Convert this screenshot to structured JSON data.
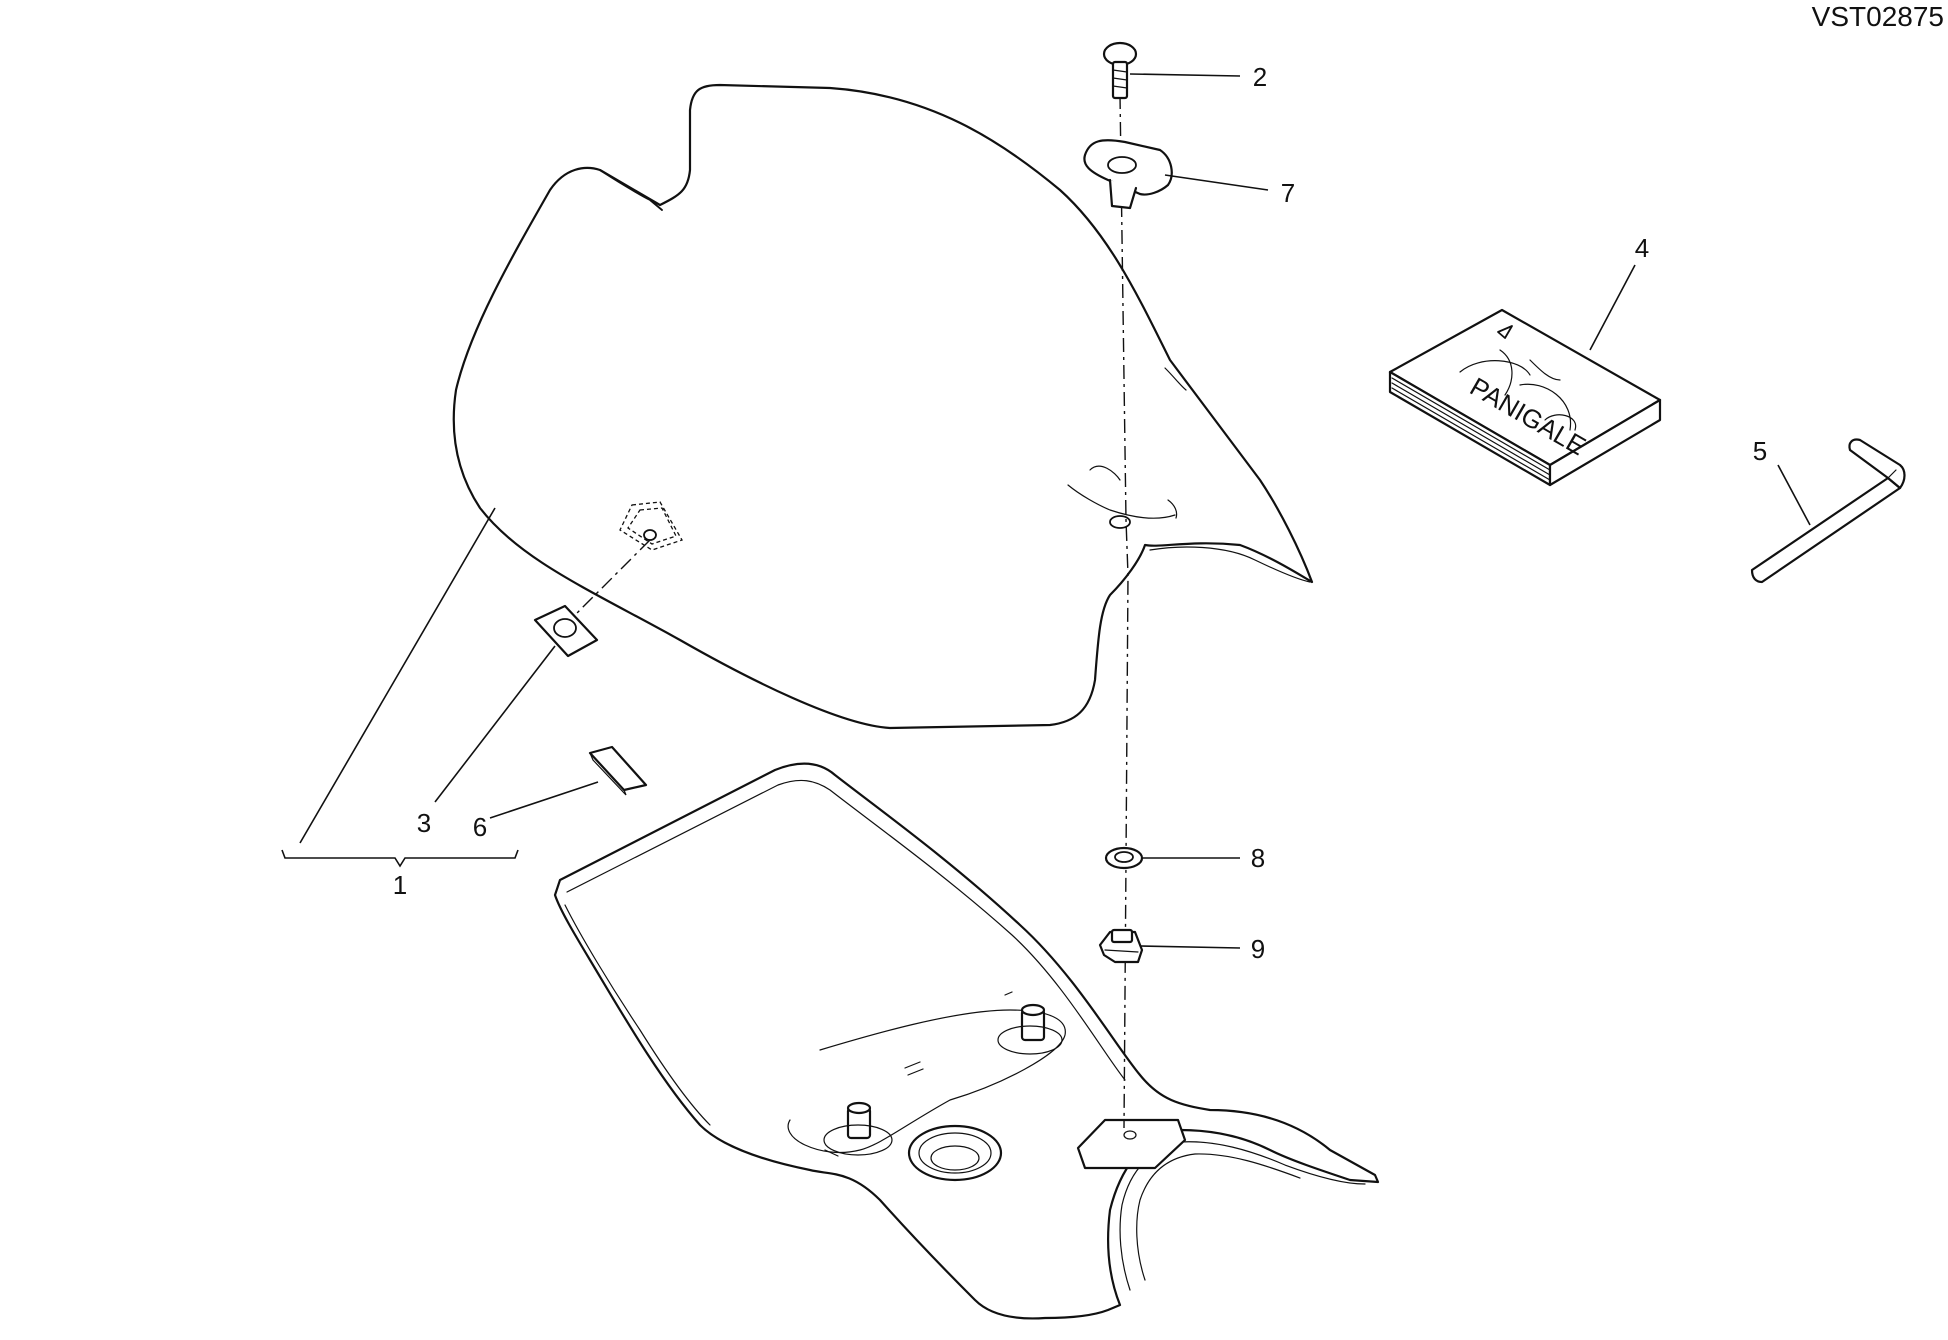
{
  "drawing_code": "VST02875",
  "parts": [
    {
      "ref": "1",
      "name": "seat-assembly"
    },
    {
      "ref": "2",
      "name": "screw"
    },
    {
      "ref": "3",
      "name": "plate"
    },
    {
      "ref": "4",
      "name": "manual-booklet"
    },
    {
      "ref": "5",
      "name": "hex-key"
    },
    {
      "ref": "6",
      "name": "pad"
    },
    {
      "ref": "7",
      "name": "bracket"
    },
    {
      "ref": "8",
      "name": "washer"
    },
    {
      "ref": "9",
      "name": "clip-nut"
    }
  ],
  "booklet_text": "PANIGALE",
  "colors": {
    "line": "#111111",
    "background": "#ffffff"
  }
}
